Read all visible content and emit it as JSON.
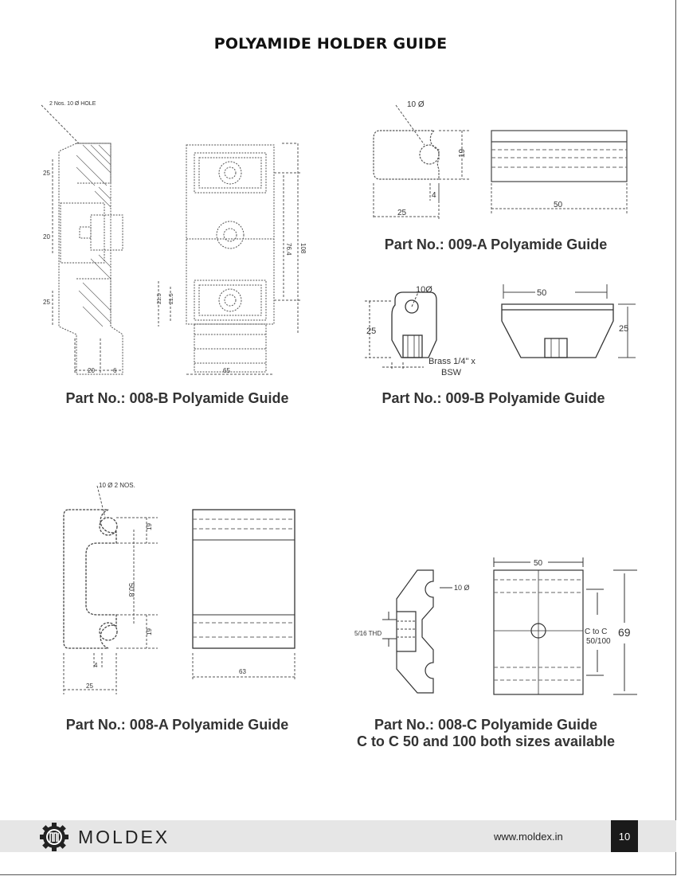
{
  "page": {
    "title": "POLYAMIDE HOLDER GUIDE"
  },
  "captions": {
    "p008b": "Part No.: 008-B Polyamide Guide",
    "p009a": "Part No.: 009-A Polyamide Guide",
    "p009b": "Part No.: 009-B Polyamide Guide",
    "p008a": "Part No.: 008-A Polyamide Guide",
    "p008c_line1": "Part No.: 008-C Polyamide Guide",
    "p008c_line2": "C to C 50 and 100 both sizes available"
  },
  "drawing_008b": {
    "hole_note": "2 Nos. 10 Ø HOLE",
    "dim_top": "25",
    "dim_mid": "20",
    "dim_bot": "25",
    "dim_base": "20",
    "dim_small": "6",
    "dim_w": "65",
    "dim_c2c": "76.4",
    "dim_total": "108",
    "dim_left_a": "21.5",
    "dim_left_b": "21.5"
  },
  "drawing_009a": {
    "dim_hole": "10 Ø",
    "dim_h": "19",
    "dim_slot": "4",
    "dim_w": "25",
    "dim_len": "50"
  },
  "drawing_009b": {
    "dim_hole": "10Ø",
    "dim_h_left": "25",
    "dim_len": "50",
    "dim_h_right": "25",
    "thread_line1": "Brass 1/4\" x",
    "thread_line2": "BSW"
  },
  "drawing_008a": {
    "hole_note": "10 Ø 2 NOS.",
    "dim_top": "19",
    "dim_c2c": "50.8",
    "dim_bot": "19",
    "dim_slot": "4",
    "dim_w": "25",
    "dim_len": "63"
  },
  "drawing_008c": {
    "dim_len": "50",
    "dim_hole": "10 Ø",
    "thread": "5/16 THD",
    "c2c_line1": "C to C",
    "c2c_line2": "50/100",
    "dim_total": "69"
  },
  "footer": {
    "brand": "MOLDEX",
    "website": "www.moldex.in",
    "page_number": "10"
  },
  "colors": {
    "footer_bg": "#e6e6e6",
    "page_badge": "#1a1a1a",
    "ink": "#222222"
  }
}
